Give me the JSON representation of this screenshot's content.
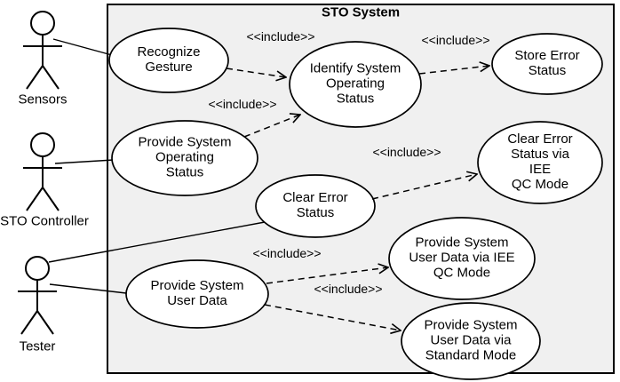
{
  "diagram": {
    "title": "STO System",
    "type": "uml-use-case-diagram",
    "colors": {
      "boundary_fill": "#f0f0f0",
      "shape_fill": "#ffffff",
      "line_color": "#000000",
      "background": "#ffffff"
    },
    "actors": [
      {
        "name": "Sensors"
      },
      {
        "name": "STO Controller"
      },
      {
        "name": "Tester"
      }
    ],
    "use_cases": [
      {
        "label": "Recognize\nGesture"
      },
      {
        "label": "Identify System\nOperating\nStatus"
      },
      {
        "label": "Store Error\nStatus"
      },
      {
        "label": "Provide System\nOperating\nStatus"
      },
      {
        "label": "Clear Error\nStatus"
      },
      {
        "label": "Clear Error\nStatus via IEE\nQC Mode"
      },
      {
        "label": "Provide System\nUser Data via IEE\nQC Mode"
      },
      {
        "label": "Provide System\nUser Data"
      },
      {
        "label": "Provide System\nUser Data via\nStandard Mode"
      }
    ],
    "includes": [
      {
        "from": "Recognize Gesture",
        "to": "Identify System Operating Status",
        "label": "<<include>>"
      },
      {
        "from": "Identify System Operating Status",
        "to": "Store Error Status",
        "label": "<<include>>"
      },
      {
        "from": "Provide System Operating Status",
        "to": "Identify System Operating Status",
        "label": "<<include>>"
      },
      {
        "from": "Clear Error Status",
        "to": "Clear Error Status via IEE QC Mode",
        "label": "<<include>>"
      },
      {
        "from": "Provide System User Data",
        "to": "Provide System User Data via IEE QC Mode",
        "label": "<<include>>"
      },
      {
        "from": "Provide System User Data",
        "to": "Provide System User Data via Standard Mode",
        "label": "<<include>>"
      }
    ],
    "associations": [
      {
        "from": "Sensors",
        "to": "Recognize Gesture"
      },
      {
        "from": "STO Controller",
        "to": "Provide System Operating Status"
      },
      {
        "from": "Tester",
        "to": "Clear Error Status"
      },
      {
        "from": "Tester",
        "to": "Provide System User Data"
      }
    ]
  }
}
